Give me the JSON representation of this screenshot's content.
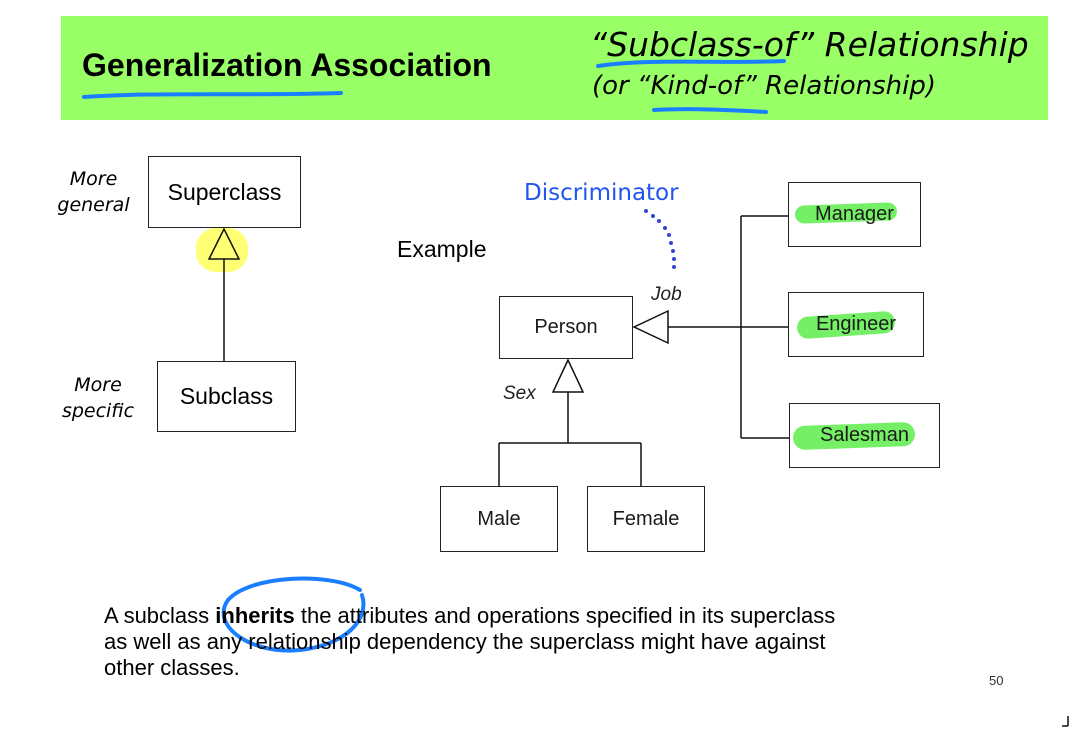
{
  "slide": {
    "title": "Generalization Association",
    "subtitle_line1": "“Subclass-of” Relationship",
    "subtitle_line2": "(or “Kind-of” Relationship)",
    "banner_color": "#99ff66",
    "page_number": "50"
  },
  "generic_diagram": {
    "superclass": "Superclass",
    "subclass": "Subclass",
    "label_top": [
      "More",
      "general"
    ],
    "label_bottom": [
      "More",
      "specific"
    ]
  },
  "example": {
    "heading": "Example",
    "discriminator_label": "Discriminator",
    "discriminator_color": "#2255ee",
    "root": "Person",
    "job_label": "Job",
    "sex_label": "Sex",
    "job_subclasses": [
      "Manager",
      "Engineer",
      "Salesman"
    ],
    "sex_subclasses": [
      "Male",
      "Female"
    ]
  },
  "body": {
    "prefix": "A subclass ",
    "bold": "inherits",
    "suffix_line1": " the attributes and operations specified in its superclass",
    "line2": "as well as any relationship dependency the superclass might have against",
    "line3": "other classes."
  },
  "annotations": {
    "pen_color": "#1a7fff",
    "highlight_yellow": "#ffff66",
    "highlight_green": "#66ee55"
  }
}
